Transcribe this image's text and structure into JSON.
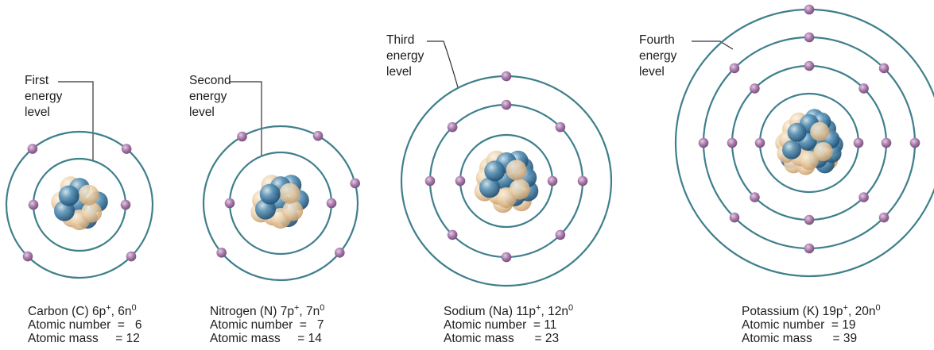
{
  "atoms": [
    {
      "name": "carbon",
      "level_label": [
        "First",
        "energy",
        "level"
      ],
      "caption": {
        "name": "Carbon (C)",
        "p": "6",
        "n": "6",
        "sup_p": "+",
        "sup_n": "0"
      },
      "number_label": "Atomic number",
      "number_value": "6",
      "mass_label": "Atomic mass",
      "mass_value": "12",
      "shells": [
        2,
        4
      ]
    },
    {
      "name": "nitrogen",
      "level_label": [
        "Second",
        "energy",
        "level"
      ],
      "caption": {
        "name": "Nitrogen (N)",
        "p": "7",
        "n": "7",
        "sup_p": "+",
        "sup_n": "0"
      },
      "number_label": "Atomic number",
      "number_value": "7",
      "mass_label": "Atomic mass",
      "mass_value": "14",
      "shells": [
        2,
        5
      ]
    },
    {
      "name": "sodium",
      "level_label": [
        "Third",
        "energy",
        "level"
      ],
      "caption": {
        "name": "Sodium (Na)",
        "p": "11",
        "n": "12",
        "sup_p": "+",
        "sup_n": "0"
      },
      "number_label": "Atomic number",
      "number_value": "11",
      "mass_label": "Atomic mass",
      "mass_value": "23",
      "shells": [
        2,
        8,
        1
      ]
    },
    {
      "name": "potassium",
      "level_label": [
        "Fourth",
        "energy",
        "level"
      ],
      "caption": {
        "name": "Potassium (K)",
        "p": "19",
        "n": "20",
        "sup_p": "+",
        "sup_n": "0"
      },
      "number_label": "Atomic number",
      "number_value": "19",
      "mass_label": "Atomic mass",
      "mass_value": "39",
      "shells": [
        2,
        8,
        8,
        1
      ]
    }
  ],
  "colors": {
    "orbit": "#3f7f8c",
    "electron": "#b087b2",
    "proton": "#3f7fa5",
    "neutron": "#e9c9a0",
    "leader_line": "#333333"
  }
}
